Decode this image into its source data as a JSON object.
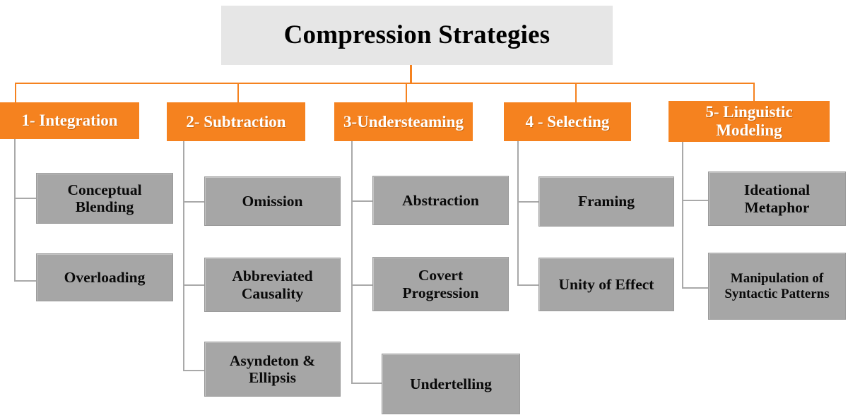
{
  "diagram": {
    "type": "hierarchy-tree",
    "title": "Compression Strategies",
    "accent_color": "#f5821f",
    "leaf_color": "#a6a6a6",
    "title_bg_color": "#e6e6e6",
    "branches": [
      {
        "label": "1- Integration",
        "children": [
          {
            "label": "Conceptual\nBlending"
          },
          {
            "label": "Overloading"
          }
        ]
      },
      {
        "label": "2- Subtraction",
        "children": [
          {
            "label": "Omission"
          },
          {
            "label": "Abbreviated\nCausality"
          },
          {
            "label": "Asyndeton &\nEllipsis"
          }
        ]
      },
      {
        "label": "3-Understeaming",
        "children": [
          {
            "label": "Abstraction"
          },
          {
            "label": "Covert\nProgression"
          },
          {
            "label": "Undertelling"
          }
        ]
      },
      {
        "label": "4 - Selecting",
        "children": [
          {
            "label": "Framing"
          },
          {
            "label": "Unity of Effect"
          }
        ]
      },
      {
        "label": "5- Linguistic\nModeling",
        "children": [
          {
            "label": "Ideational\nMetaphor"
          },
          {
            "label": "Manipulation  of\nSyntactic Patterns"
          }
        ]
      }
    ]
  }
}
